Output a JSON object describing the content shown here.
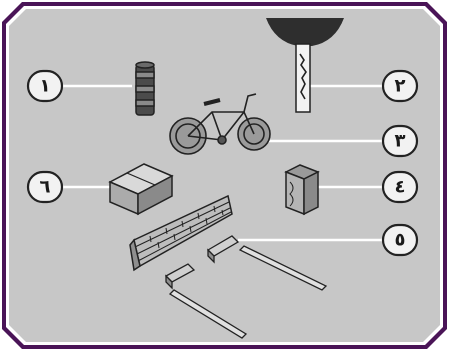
{
  "colors": {
    "frame": "#4a1457",
    "panel": "#c7c7c7",
    "line": "#ffffff",
    "badge_fill": "#f2f2f2",
    "badge_stroke": "#222222"
  },
  "labels": [
    {
      "id": "1",
      "text": "١",
      "object": "stacked-cylinder"
    },
    {
      "id": "2",
      "text": "٢",
      "object": "post-with-canopy"
    },
    {
      "id": "3",
      "text": "٣",
      "object": "bicycle"
    },
    {
      "id": "4",
      "text": "٤",
      "object": "wooden-block"
    },
    {
      "id": "5",
      "text": "٥",
      "object": "brick-wall-and-rods"
    },
    {
      "id": "6",
      "text": "٦",
      "object": "cardboard-box"
    }
  ]
}
